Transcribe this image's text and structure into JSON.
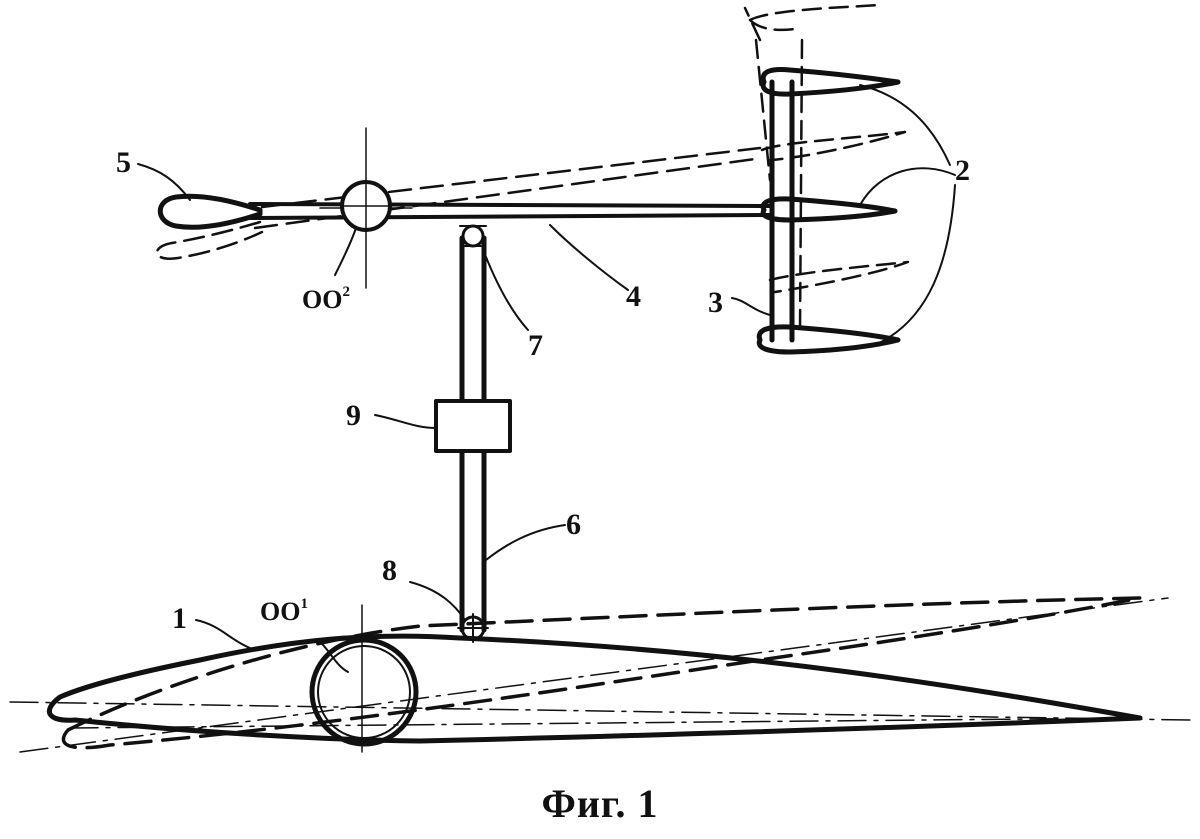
{
  "labels": {
    "l1": "1",
    "l2": "2",
    "l3": "3",
    "l4": "4",
    "l5": "5",
    "l6": "6",
    "l7": "7",
    "l8": "8",
    "l9": "9",
    "oo1_base": "OO",
    "oo1_sup": "1",
    "oo2_base": "OO",
    "oo2_sup": "2"
  },
  "caption": "Фиг. 1",
  "colors": {
    "ink": "#111111",
    "background": "#ffffff"
  }
}
